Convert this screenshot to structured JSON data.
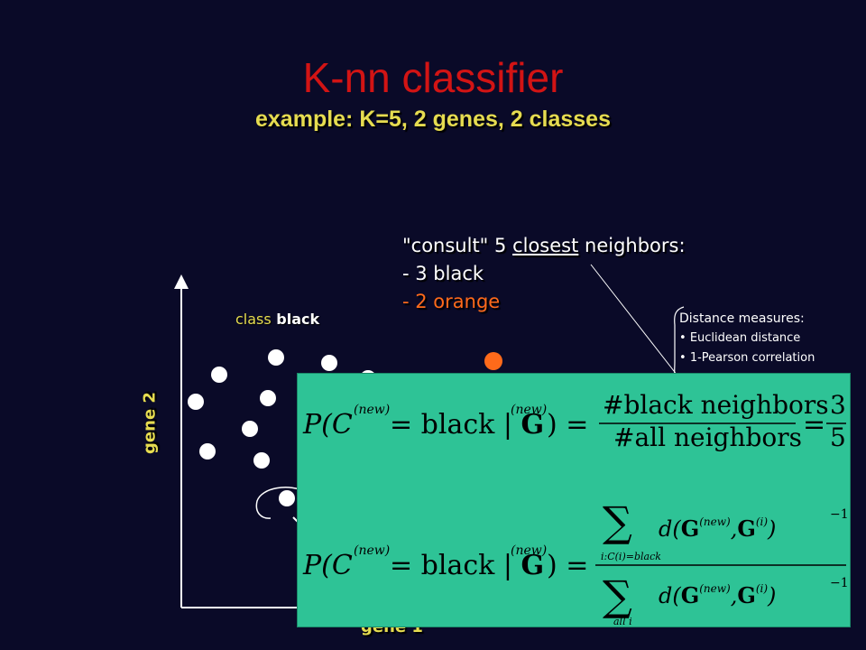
{
  "slide": {
    "title": "K-nn classifier",
    "subtitle": "example: K=5, 2 genes, 2 classes",
    "consult": {
      "line1_a": "\"consult\" 5 ",
      "line1_b": "closest",
      "line1_c": " neighbors:",
      "line2": "- 3 black",
      "line3": "- 2 orange"
    },
    "distance": {
      "heading": "Distance measures:",
      "items": [
        "Euclidean distance",
        "1-Pearson correlation"
      ]
    },
    "class_label": {
      "word": "class",
      "name": "black"
    },
    "axes": {
      "y_label": "gene 2",
      "x_label": "gene 1"
    },
    "formula1": {
      "lhs": "P(C",
      "new": "new",
      "eq_black": ") = black | G",
      "num": "#black neighbors",
      "den": "#all neighbors",
      "frac_num": "3",
      "frac_den": "5"
    },
    "formula2": {
      "sum_top_sub": "i:C(i)=black",
      "sum_bot_sub": "all i",
      "term": "d(G(new),G(i))",
      "exp": "−1"
    },
    "colors": {
      "title": "#d21414",
      "subtitle": "#e6dc50",
      "orange": "#ff6a1a",
      "box": "#2ec396",
      "background": "#0a0a28"
    }
  }
}
